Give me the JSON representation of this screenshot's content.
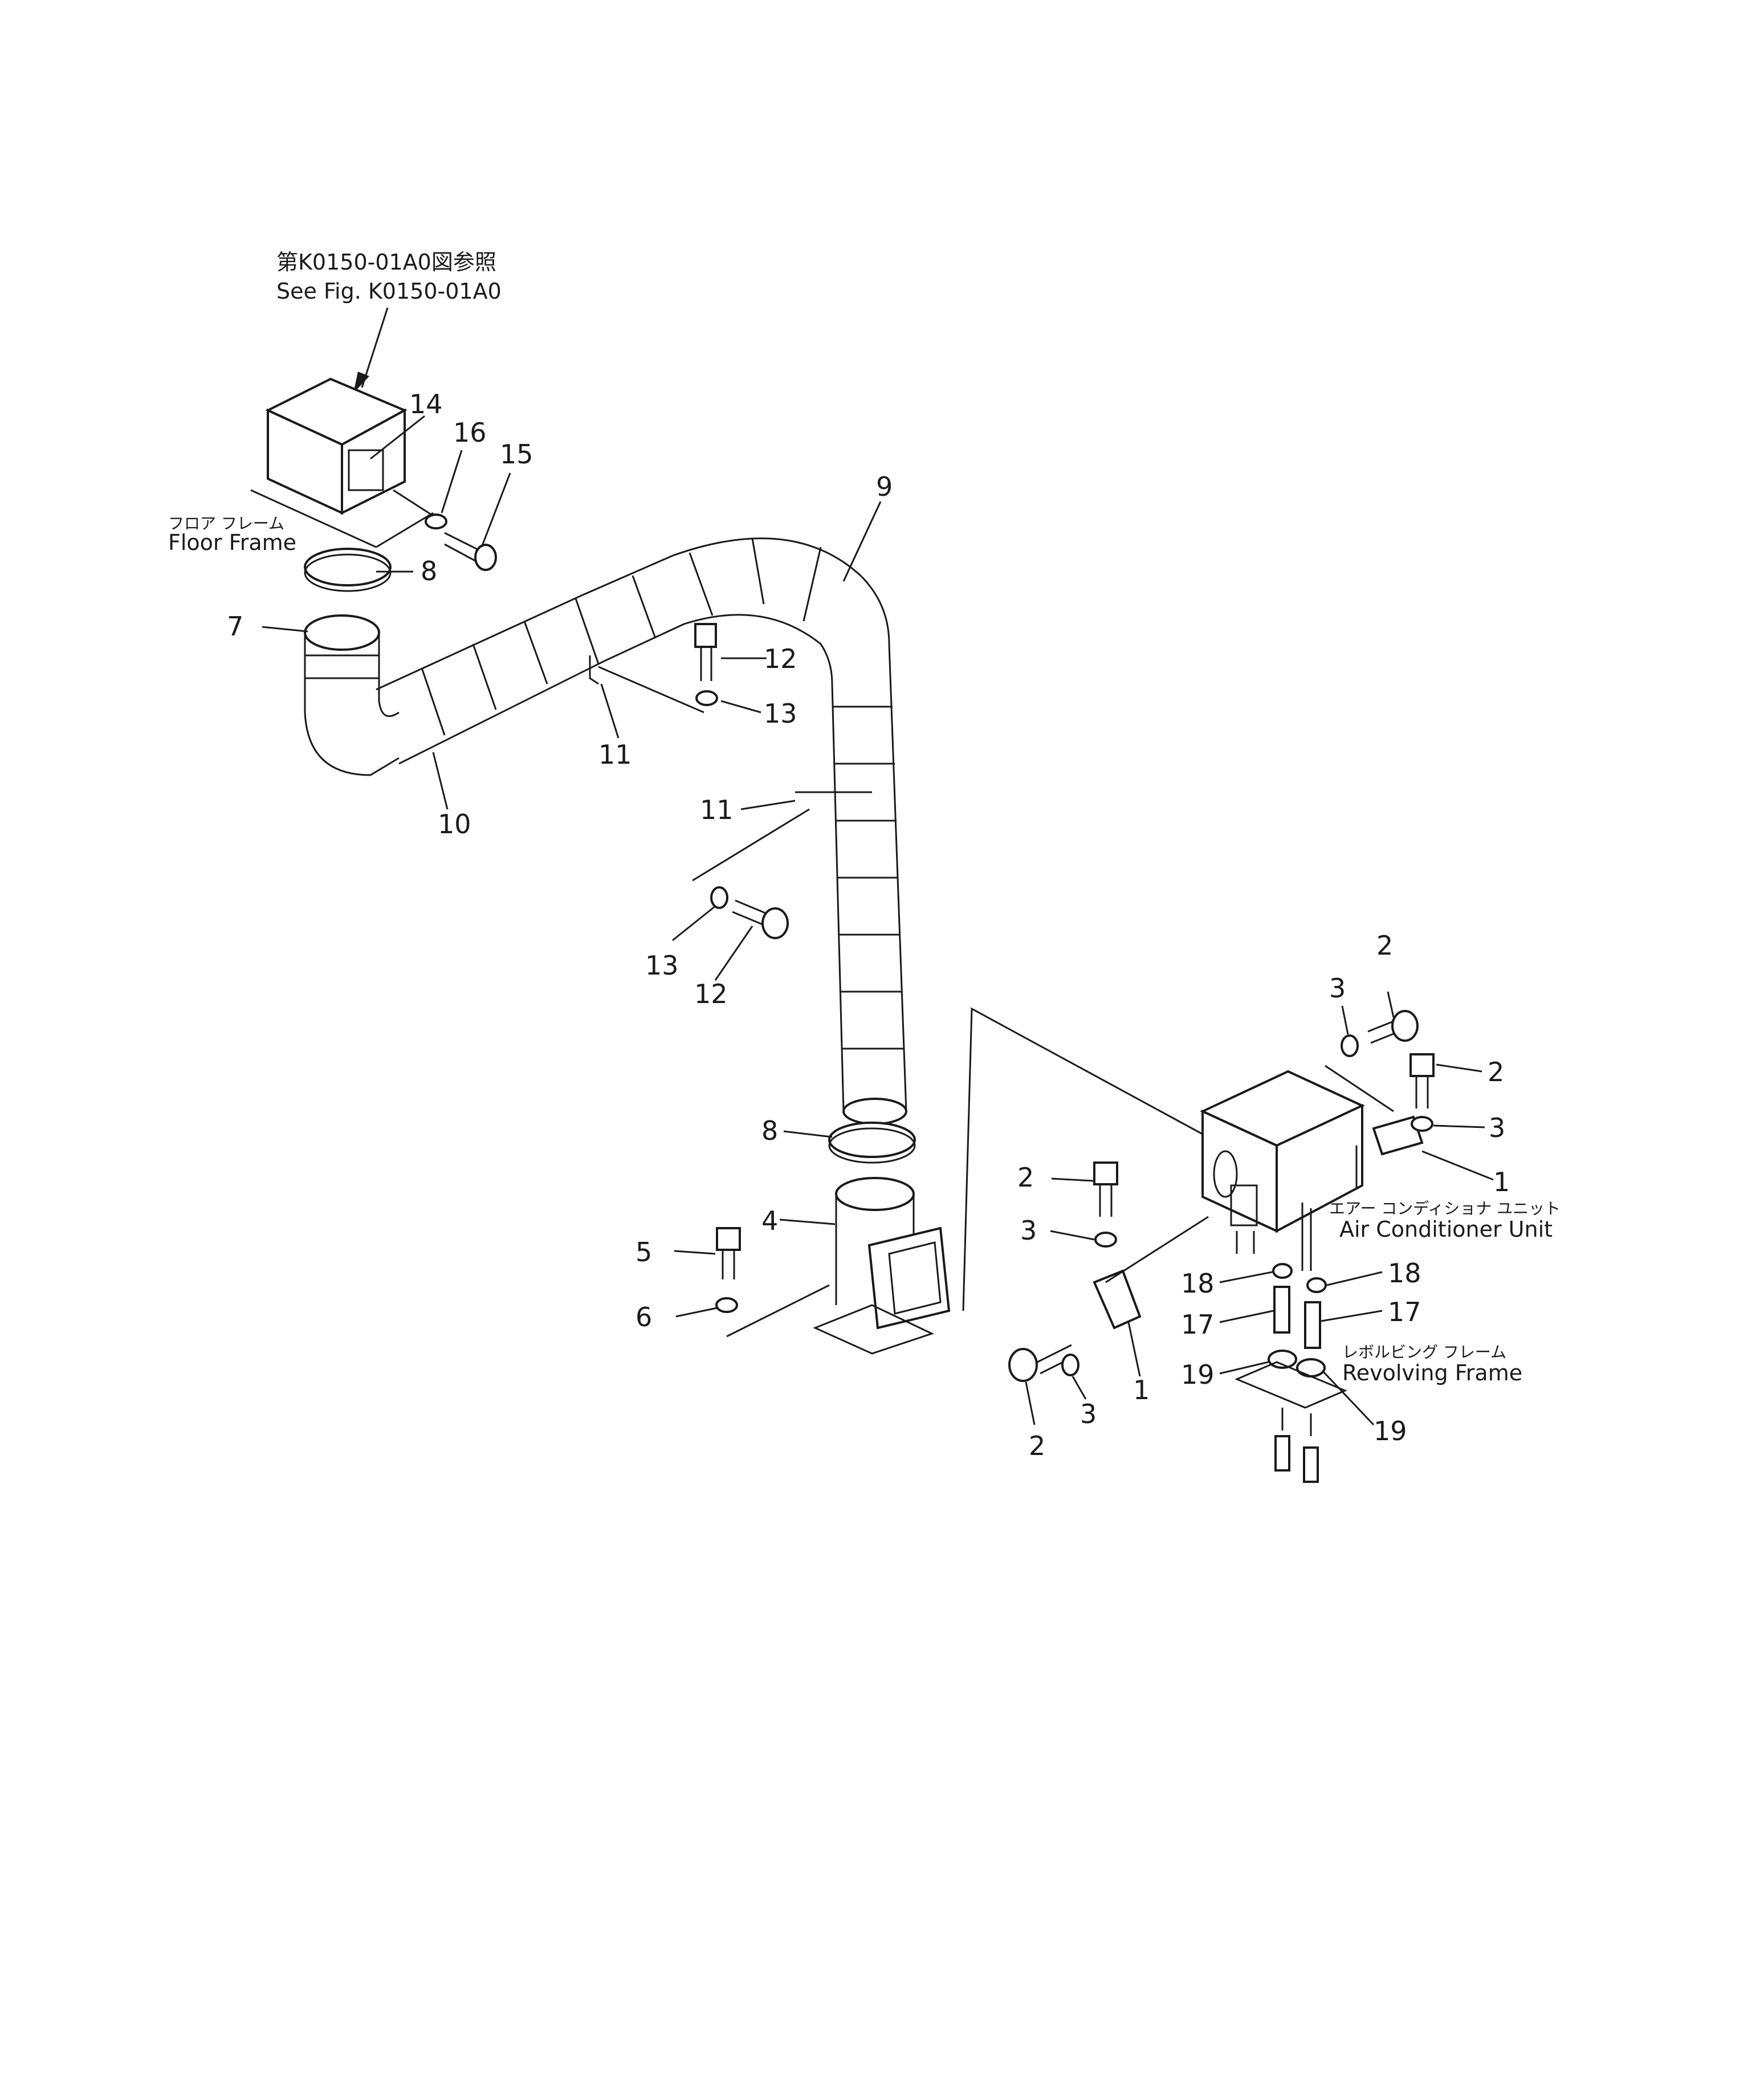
{
  "reference": {
    "jp": "第K0150-01A0図参照",
    "en": "See Fig. K0150-01A0"
  },
  "captions": {
    "floor_frame_jp": "フロア フレーム",
    "floor_frame_en": "Floor Frame",
    "aircon_jp": "エアー コンディショナ ユニット",
    "aircon_en": "Air Conditioner Unit",
    "revolving_jp": "レボルビング フレーム",
    "revolving_en": "Revolving Frame"
  },
  "callouts": [
    {
      "id": "c14",
      "text": "14"
    },
    {
      "id": "c16",
      "text": "16"
    },
    {
      "id": "c15",
      "text": "15"
    },
    {
      "id": "c8a",
      "text": "8"
    },
    {
      "id": "c7",
      "text": "7"
    },
    {
      "id": "c10",
      "text": "10"
    },
    {
      "id": "c9",
      "text": "9"
    },
    {
      "id": "c12a",
      "text": "12"
    },
    {
      "id": "c13a",
      "text": "13"
    },
    {
      "id": "c11a",
      "text": "11"
    },
    {
      "id": "c11b",
      "text": "11"
    },
    {
      "id": "c13b",
      "text": "13"
    },
    {
      "id": "c12b",
      "text": "12"
    },
    {
      "id": "c8b",
      "text": "8"
    },
    {
      "id": "c4",
      "text": "4"
    },
    {
      "id": "c5",
      "text": "5"
    },
    {
      "id": "c6",
      "text": "6"
    },
    {
      "id": "c3a",
      "text": "3"
    },
    {
      "id": "c2a",
      "text": "2"
    },
    {
      "id": "c2b",
      "text": "2"
    },
    {
      "id": "c3b",
      "text": "3"
    },
    {
      "id": "c1a",
      "text": "1"
    },
    {
      "id": "c2c",
      "text": "2"
    },
    {
      "id": "c3c",
      "text": "3"
    },
    {
      "id": "c18a",
      "text": "18"
    },
    {
      "id": "c18b",
      "text": "18"
    },
    {
      "id": "c17a",
      "text": "17"
    },
    {
      "id": "c17b",
      "text": "17"
    },
    {
      "id": "c19a",
      "text": "19"
    },
    {
      "id": "c19b",
      "text": "19"
    },
    {
      "id": "c1b",
      "text": "1"
    },
    {
      "id": "c3d",
      "text": "3"
    },
    {
      "id": "c2d",
      "text": "2"
    }
  ]
}
